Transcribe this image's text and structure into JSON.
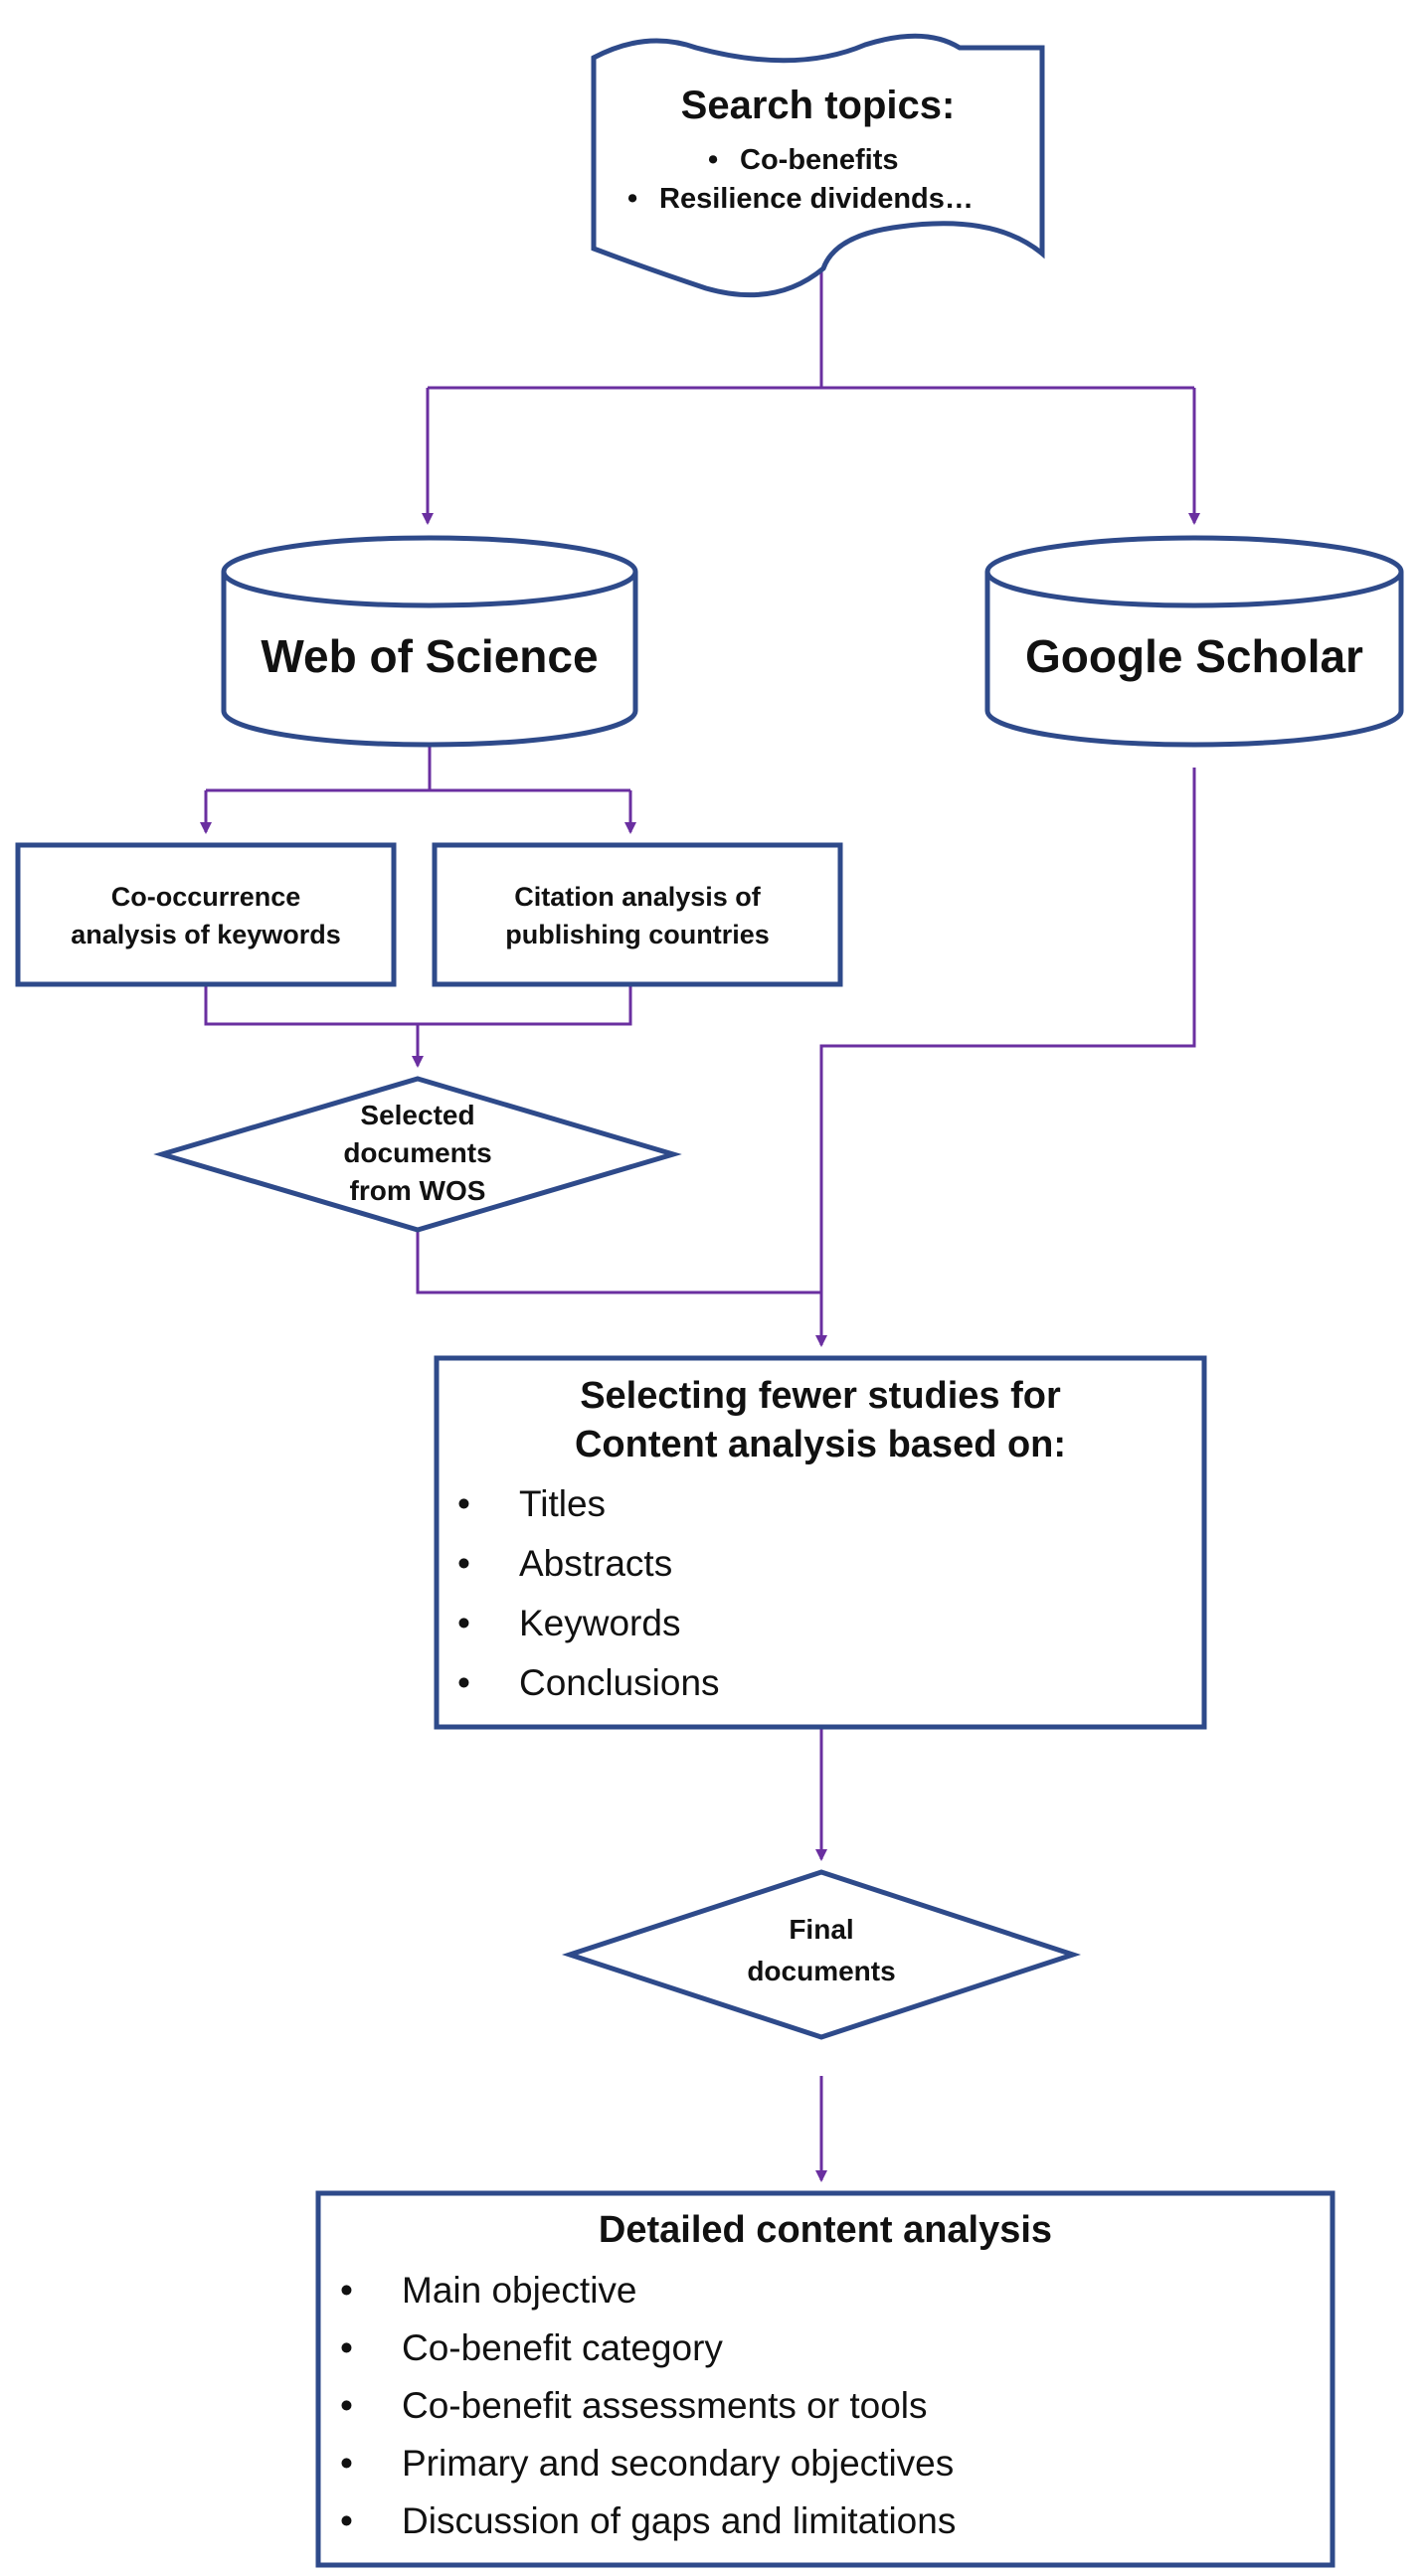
{
  "search_topics": {
    "title": "Search topics:",
    "items": [
      "Co-benefits",
      "Resilience dividends…"
    ]
  },
  "databases": {
    "wos": "Web of Science",
    "scholar": "Google Scholar"
  },
  "analyses": {
    "cooccurrence": [
      "Co-occurrence",
      "analysis of keywords"
    ],
    "citation": [
      "Citation analysis of",
      "publishing countries"
    ]
  },
  "selected_wos": [
    "Selected",
    "documents",
    "from WOS"
  ],
  "selecting": {
    "title": [
      "Selecting fewer studies for",
      "Content analysis based on:"
    ],
    "items": [
      "Titles",
      "Abstracts",
      "Keywords",
      "Conclusions"
    ]
  },
  "final_documents": [
    "Final",
    "documents"
  ],
  "detailed": {
    "title": "Detailed content analysis",
    "items": [
      "Main objective",
      "Co-benefit category",
      "Co-benefit assessments or tools",
      "Primary and secondary objectives",
      "Discussion of gaps and limitations"
    ]
  },
  "colors": {
    "box_stroke": "#2e4a8a",
    "arrow": "#6a2fa0"
  }
}
